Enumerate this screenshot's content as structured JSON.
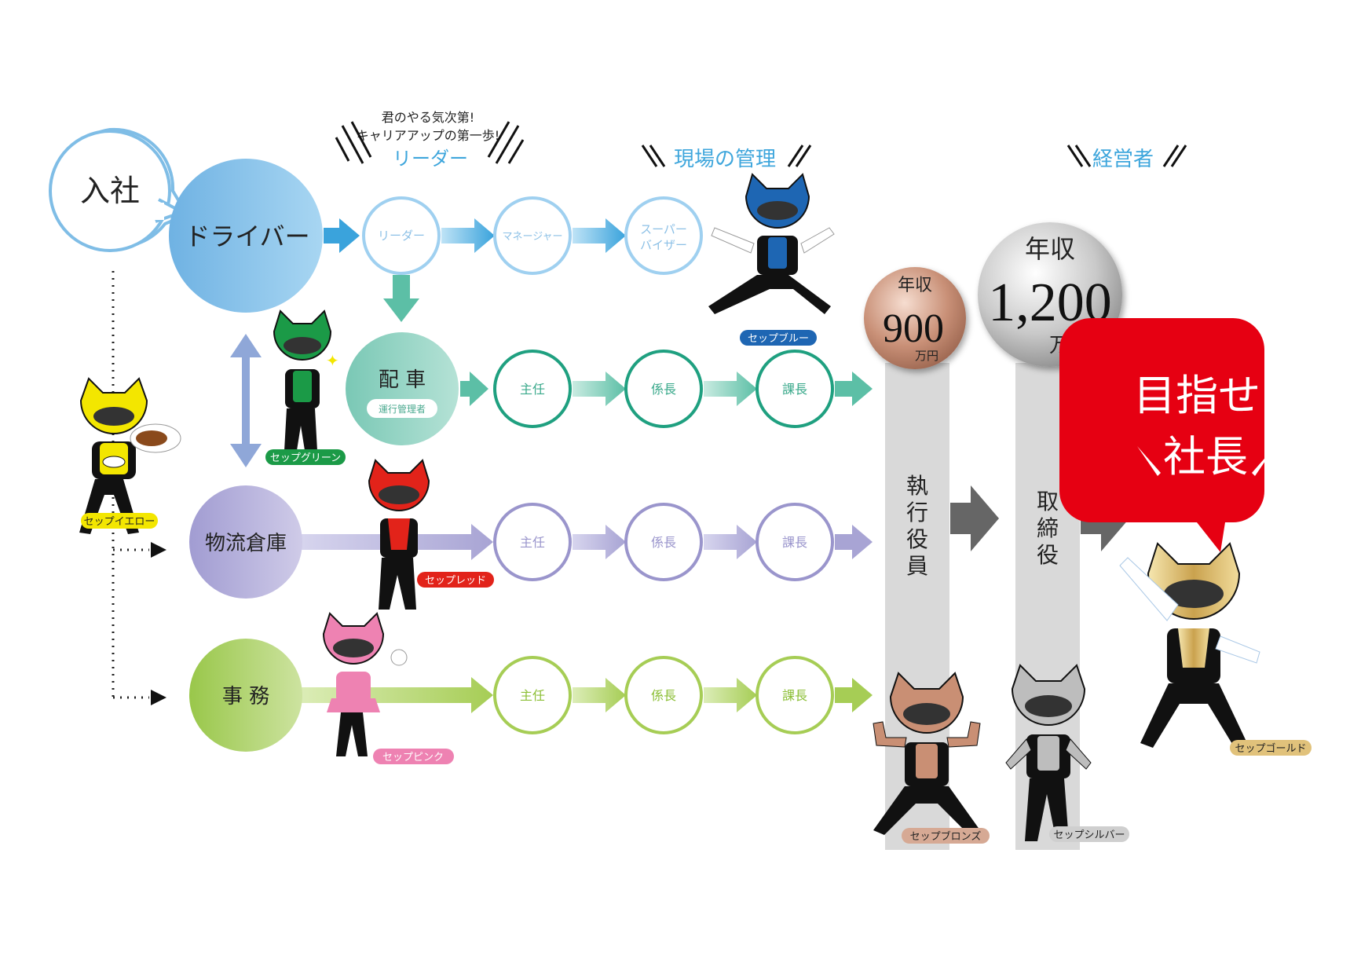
{
  "header": {
    "leader_note_line1": "君のやる気次第!",
    "leader_note_line2": "キャリアアップの第一歩!",
    "leader_title": "リーダー",
    "field_mgmt_title": "現場の管理",
    "executive_title": "経営者"
  },
  "entry": {
    "bubble": "入社"
  },
  "tracks": {
    "driver": {
      "label": "ドライバー",
      "steps": [
        "リーダー",
        "マネージャー",
        "スーパー",
        "バイザー"
      ]
    },
    "dispatch": {
      "label": "配 車",
      "sublabel": "運行管理者",
      "steps": [
        "主任",
        "係長",
        "課長"
      ]
    },
    "warehouse": {
      "label": "物流倉庫",
      "steps": [
        "主任",
        "係長",
        "課長"
      ]
    },
    "office": {
      "label": "事 務",
      "steps": [
        "主任",
        "係長",
        "課長"
      ]
    }
  },
  "executive": {
    "officer": "執行役員",
    "director": "取締役",
    "salary_900": {
      "prefix": "年収",
      "amount": "900",
      "unit": "万円"
    },
    "salary_1200": {
      "prefix": "年収",
      "amount": "1,200",
      "unit": "万円"
    },
    "goal_line1": "目指せ!",
    "goal_line2": "社長"
  },
  "characters": {
    "yellow": "セップイエロー",
    "green": "セップグリーン",
    "red": "セップレッド",
    "pink": "セップピンク",
    "blue": "セップブルー",
    "bronze": "セップブロンズ",
    "silver": "セップシルバー",
    "gold": "セップゴールド"
  },
  "colors": {
    "driver": "#7fbde6",
    "dispatch": "#5cbfa6",
    "warehouse": "#a8a4d4",
    "office": "#a6cd55",
    "leader_text": "#3ea6dc",
    "goal_red": "#e60012",
    "yellow": "#f3e600",
    "green": "#1b9a47",
    "red": "#e2231a",
    "pink": "#ee82b2",
    "blue": "#1e66b3",
    "bronze": "#c98f74",
    "silver": "#bdbdbd",
    "gold": "#d7b25c"
  }
}
